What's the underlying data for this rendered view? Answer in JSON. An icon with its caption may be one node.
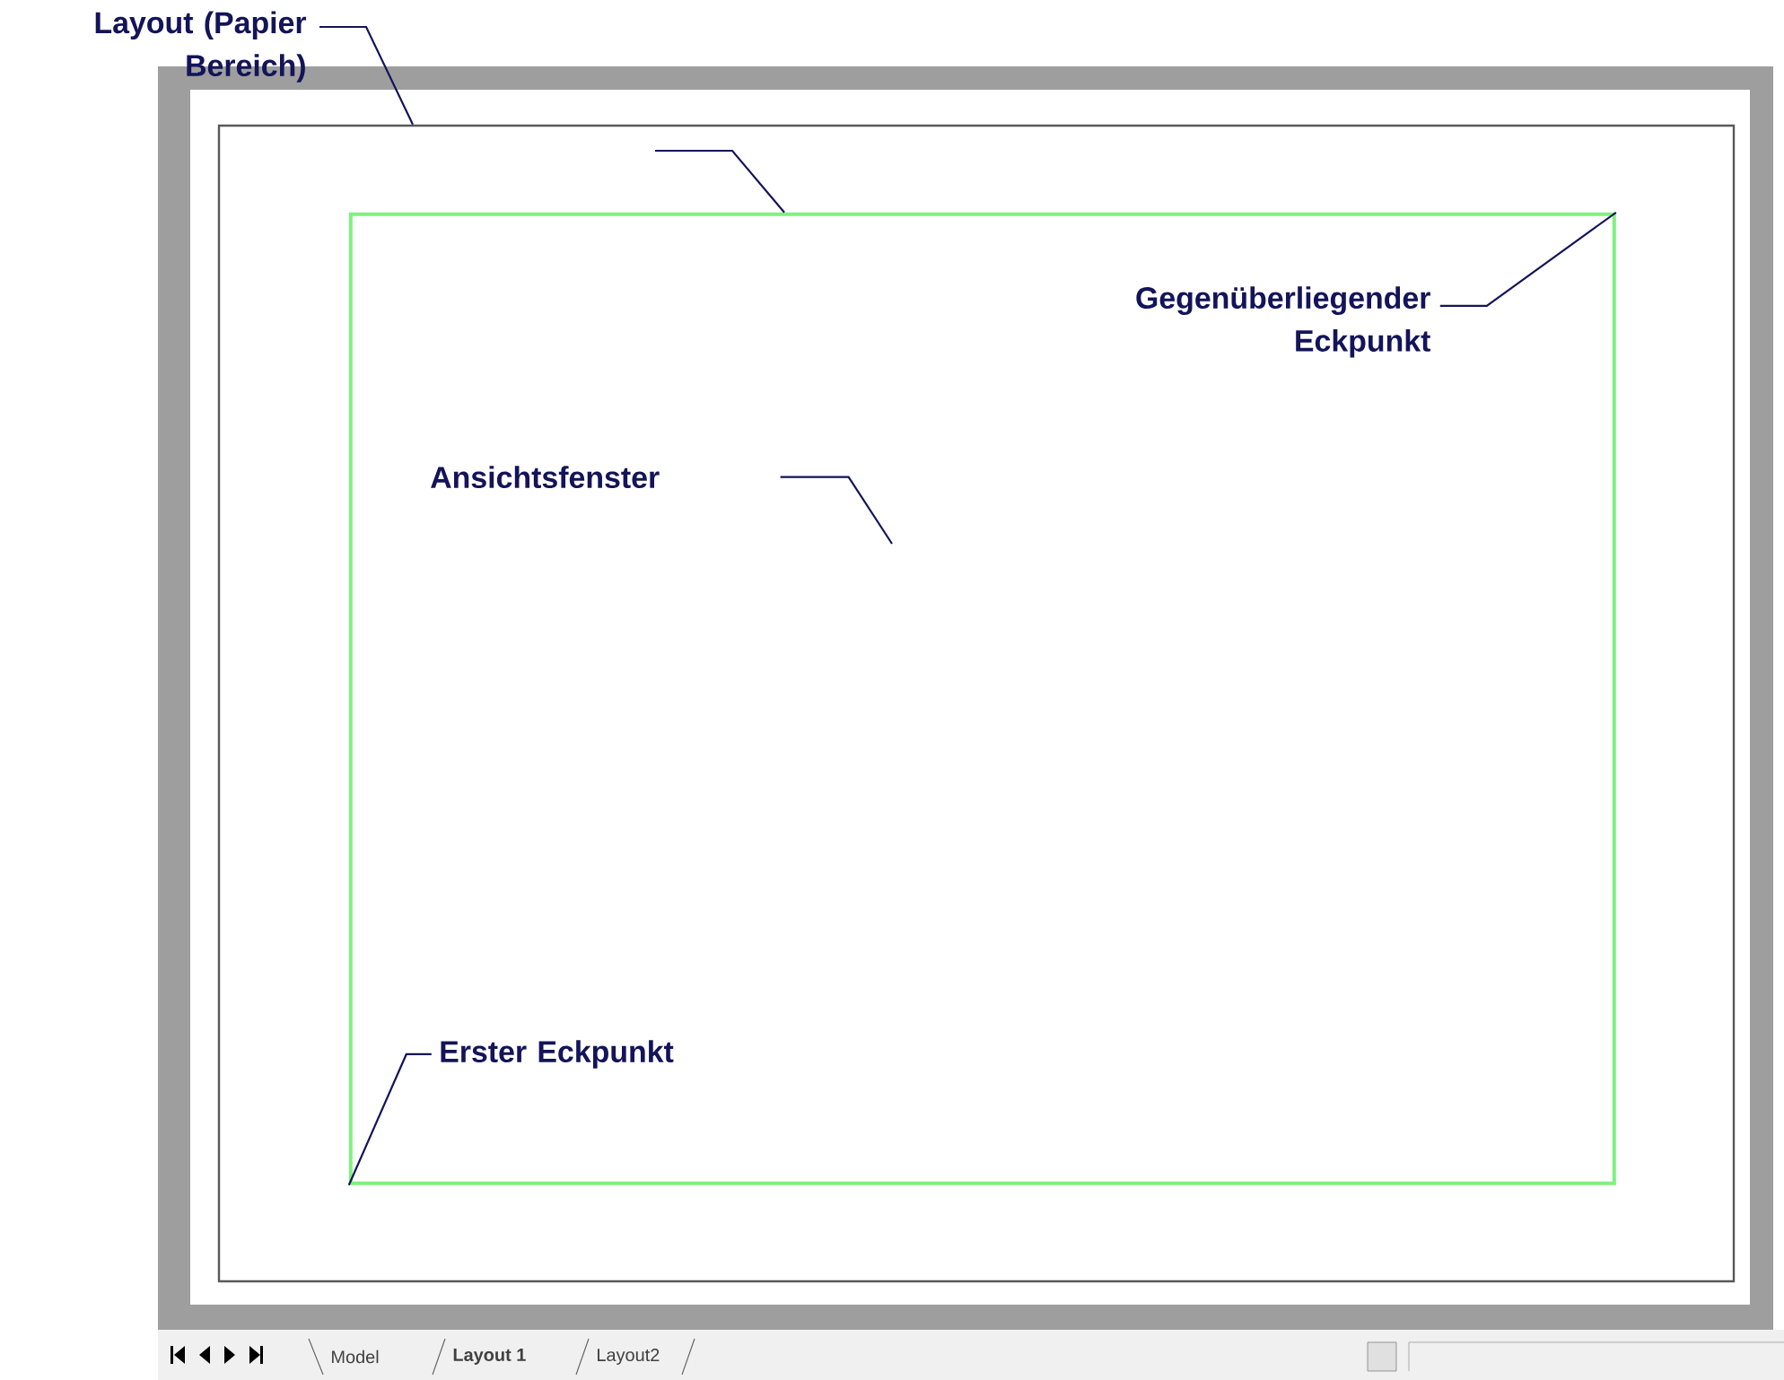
{
  "diagram": {
    "nodes": [
      {
        "text": [
          "Layout (Papier Bereich)"
        ]
      },
      {
        "text": [],
        "shape": "box"
      },
      {
        "text": [],
        "shape": "box",
        "in": 1
      },
      {
        "text": [
          "Gegenüberliegender Eckpunkt"
        ],
        "in": 2
      },
      {
        "text": [
          "Ansichtsfenster"
        ],
        "in": 2
      },
      {
        "text": [
          "Erster Eckpunkt"
        ],
        "in": 2
      }
    ],
    "edges": [
      {
        "from": 0,
        "to": 1,
        "arrow": "none"
      },
      {
        "from": null,
        "to": 2,
        "arrow": "none"
      },
      {
        "from": 3,
        "to": 2,
        "arrow": "none"
      },
      {
        "from": 4,
        "to": 2,
        "arrow": "none"
      },
      {
        "from": 5,
        "to": 2,
        "arrow": "none"
      }
    ],
    "labels": [
      "Model",
      "Layout 1",
      "Layout2"
    ]
  }
}
